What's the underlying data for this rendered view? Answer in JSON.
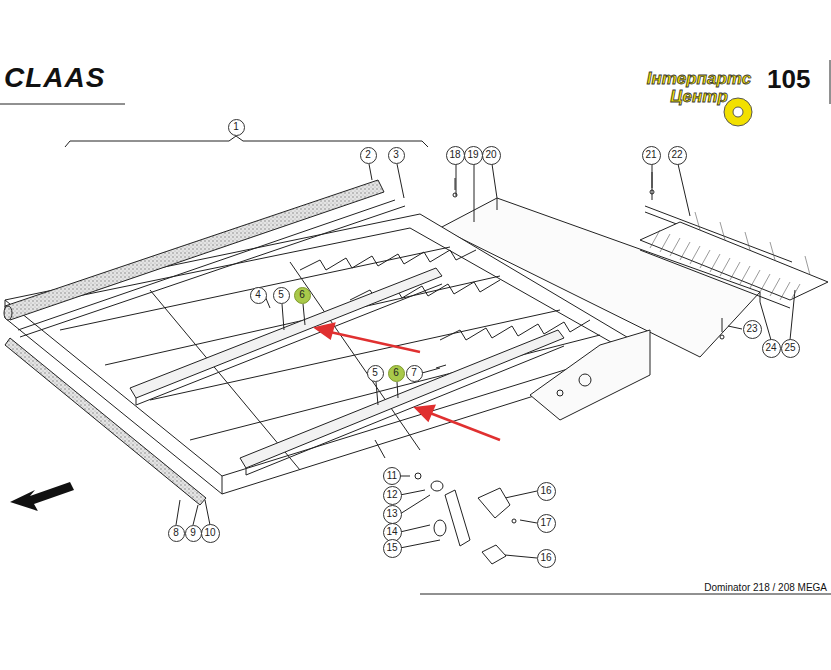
{
  "diagram": {
    "caption": "Dominator 218 / 208 MEGA",
    "nodes": [
      {
        "text": [
          "1"
        ]
      },
      {
        "text": [
          "2"
        ]
      },
      {
        "text": [
          "3"
        ]
      },
      {
        "text": [
          "18"
        ]
      },
      {
        "text": [
          "19"
        ]
      },
      {
        "text": [
          "20"
        ]
      },
      {
        "text": [
          "21"
        ]
      },
      {
        "text": [
          "22"
        ]
      },
      {
        "text": [
          "4"
        ]
      },
      {
        "text": [
          "5"
        ]
      },
      {
        "text": [
          "6"
        ]
      },
      {
        "text": [
          "23"
        ]
      },
      {
        "text": [
          "24"
        ]
      },
      {
        "text": [
          "25"
        ]
      },
      {
        "text": [
          "5"
        ]
      },
      {
        "text": [
          "6"
        ]
      },
      {
        "text": [
          "7"
        ]
      },
      {
        "text": [
          "11"
        ]
      },
      {
        "text": [
          "16"
        ]
      },
      {
        "text": [
          "12"
        ]
      },
      {
        "text": [
          "13"
        ]
      },
      {
        "text": [
          "17"
        ]
      },
      {
        "text": [
          "14"
        ]
      },
      {
        "text": [
          "15"
        ]
      },
      {
        "text": [
          "16"
        ]
      },
      {
        "text": [
          "8"
        ]
      },
      {
        "text": [
          "9"
        ]
      },
      {
        "text": [
          "10"
        ]
      }
    ],
    "labels": [
      "CLAAS",
      "Інтерпартс Центр",
      "105"
    ]
  }
}
